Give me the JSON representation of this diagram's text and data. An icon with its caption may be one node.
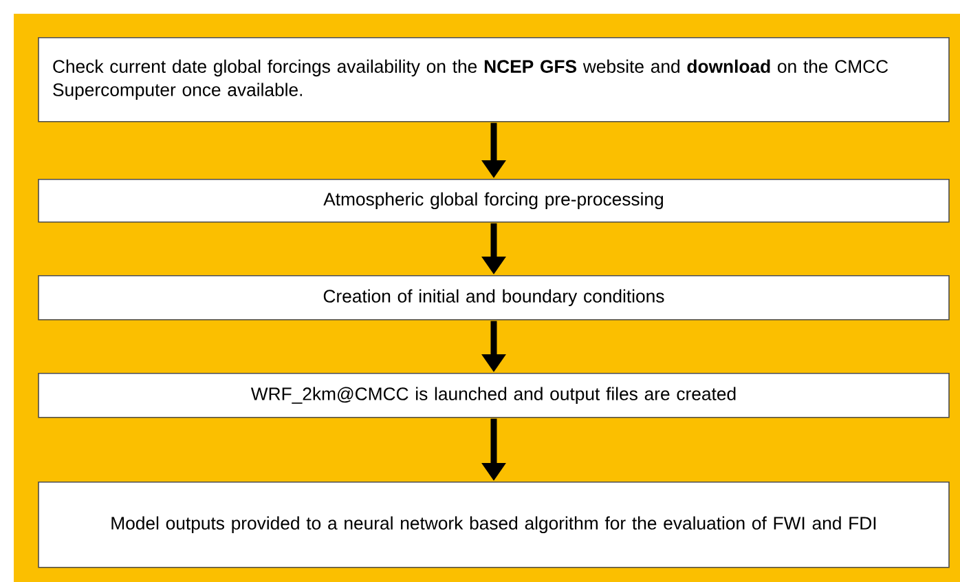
{
  "diagram": {
    "nodes": [
      {
        "text": [
          "Check current date global forcings availability on the **NCEP GFS** website and **download** on the CMCC Supercomputer once available."
        ]
      },
      {
        "text": [
          "Atmospheric global forcing pre-processing"
        ]
      },
      {
        "text": [
          "Creation of initial and boundary conditions"
        ]
      },
      {
        "text": [
          "WRF_2km@CMCC is launched and output files are created"
        ]
      },
      {
        "text": [
          "Model outputs provided to a neural network based algorithm for the evaluation of FWI and FDI"
        ]
      }
    ],
    "edges": [
      {
        "from": 0,
        "to": 1,
        "arrow": "to"
      },
      {
        "from": 1,
        "to": 2,
        "arrow": "to"
      },
      {
        "from": 2,
        "to": 3,
        "arrow": "to"
      },
      {
        "from": 3,
        "to": 4,
        "arrow": "to"
      }
    ]
  }
}
